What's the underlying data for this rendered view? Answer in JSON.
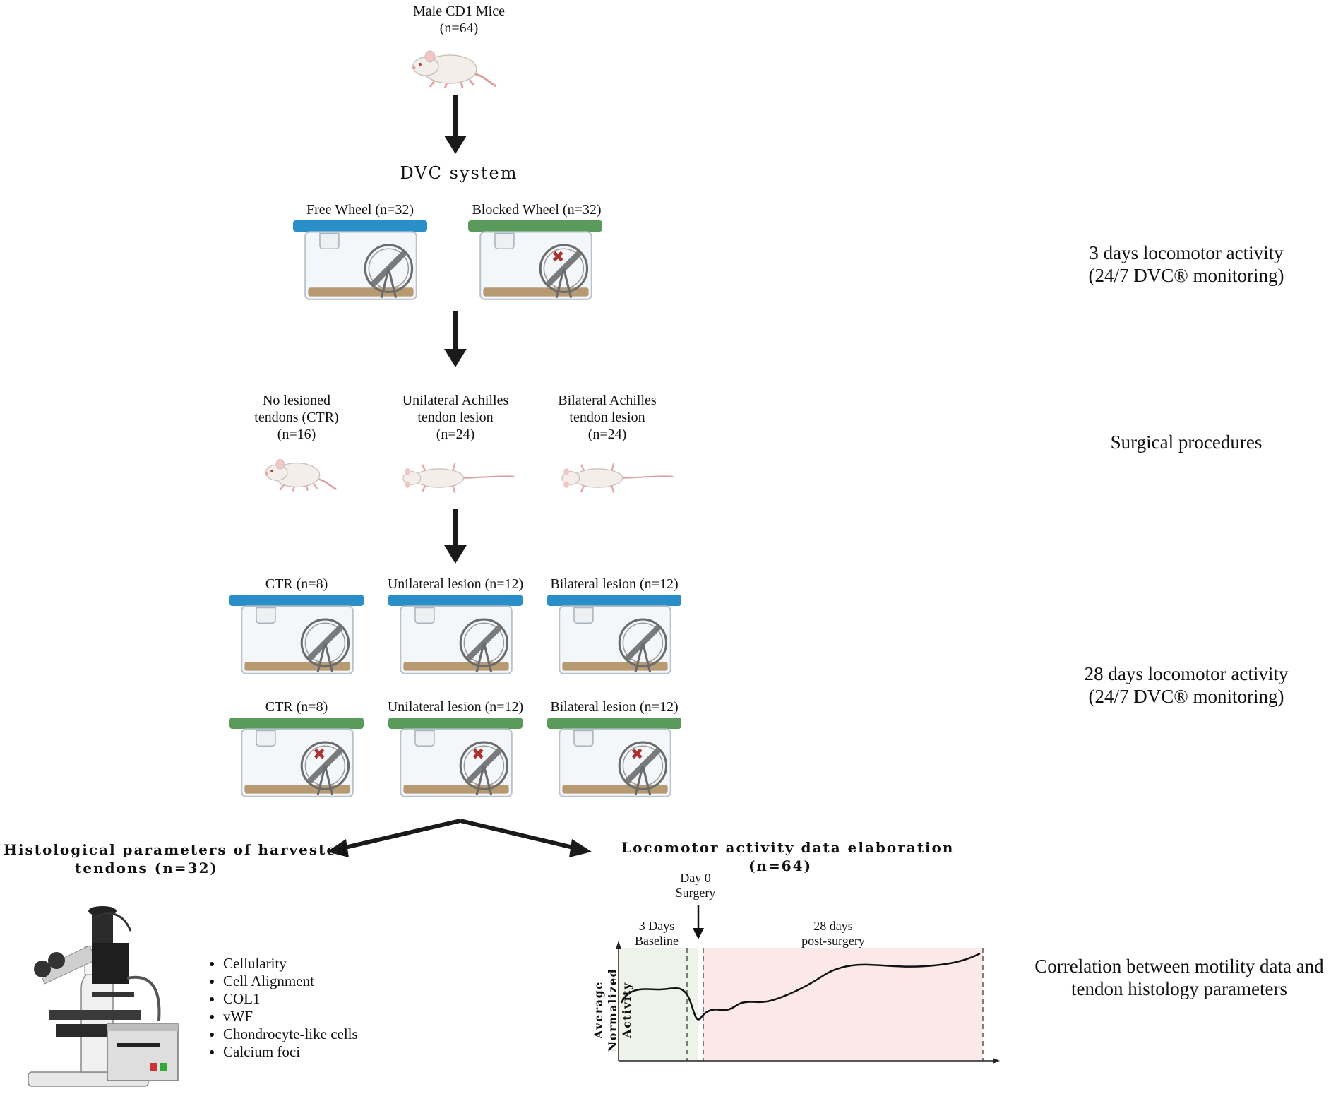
{
  "top": {
    "title": "Male CD1 Mice",
    "count": "(n=64)"
  },
  "dvc": {
    "title": "DVC system",
    "free": "Free Wheel (n=32)",
    "blocked": "Blocked Wheel (n=32)"
  },
  "surgery": {
    "groups": [
      {
        "line1": "No lesioned",
        "line2": "tendons (CTR)",
        "line3": "(n=16)"
      },
      {
        "line1": "Unilateral Achilles",
        "line2": "tendon lesion",
        "line3": "(n=24)"
      },
      {
        "line1": "Bilateral Achilles",
        "line2": "tendon lesion",
        "line3": "(n=24)"
      }
    ]
  },
  "cages_free": [
    "CTR (n=8)",
    "Unilateral lesion (n=12)",
    "Bilateral lesion (n=12)"
  ],
  "cages_blocked": [
    "CTR (n=8)",
    "Unilateral lesion (n=12)",
    "Bilateral lesion (n=12)"
  ],
  "side": {
    "s1a": "3 days locomotor activity",
    "s1b": "(24/7 DVC® monitoring)",
    "s2": "Surgical procedures",
    "s3a": "28 days locomotor activity",
    "s3b": "(24/7 DVC® monitoring)",
    "s4a": "Correlation between motility data and",
    "s4b": "tendon histology parameters"
  },
  "histology": {
    "title1": "Histological parameters of harvested",
    "title2": "tendons (n=32)",
    "params": [
      "Cellularity",
      "Cell Alignment",
      "COL1",
      "vWF",
      "Chondrocyte-like cells",
      "Calcium foci"
    ]
  },
  "locomotor": {
    "title1": "Locomotor activity data elaboration",
    "title2": "(n=64)",
    "day0a": "Day 0",
    "day0b": "Surgery",
    "baseline_a": "3 Days",
    "baseline_b": "Baseline",
    "post_a": "28 days",
    "post_b": "post-surgery",
    "ylabel_1": "Average",
    "ylabel_2": "Normalized",
    "ylabel_3": "Activity"
  },
  "colors": {
    "free_lid": "#2a8fc8",
    "blocked_lid": "#5a9a5a",
    "baseline_bg": "#eef3ea",
    "post_bg": "#fbe8e8",
    "arrow": "#1a1a1a"
  }
}
